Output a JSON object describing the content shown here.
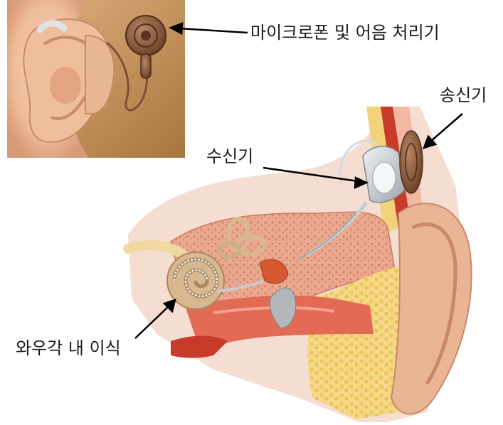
{
  "labels": {
    "mic_processor": "마이크로폰 및 어음 처리기",
    "transmitter": "송신기",
    "receiver": "수신기",
    "cochlear_electrode": "와우각 내 이식"
  },
  "colors": {
    "skin": "#f2c7a8",
    "skin_shadow": "#d99a78",
    "hair": "#b98953",
    "device_brown": "#8a5a3c",
    "device_gray": "#c8ccd0",
    "bone_pink": "#e8b7a4",
    "bone_spongy": "#e7a38a",
    "fat_yellow": "#f2d27a",
    "tissue_red": "#c83a2a",
    "cochlea": "#d8b890",
    "arrow": "#000000"
  }
}
